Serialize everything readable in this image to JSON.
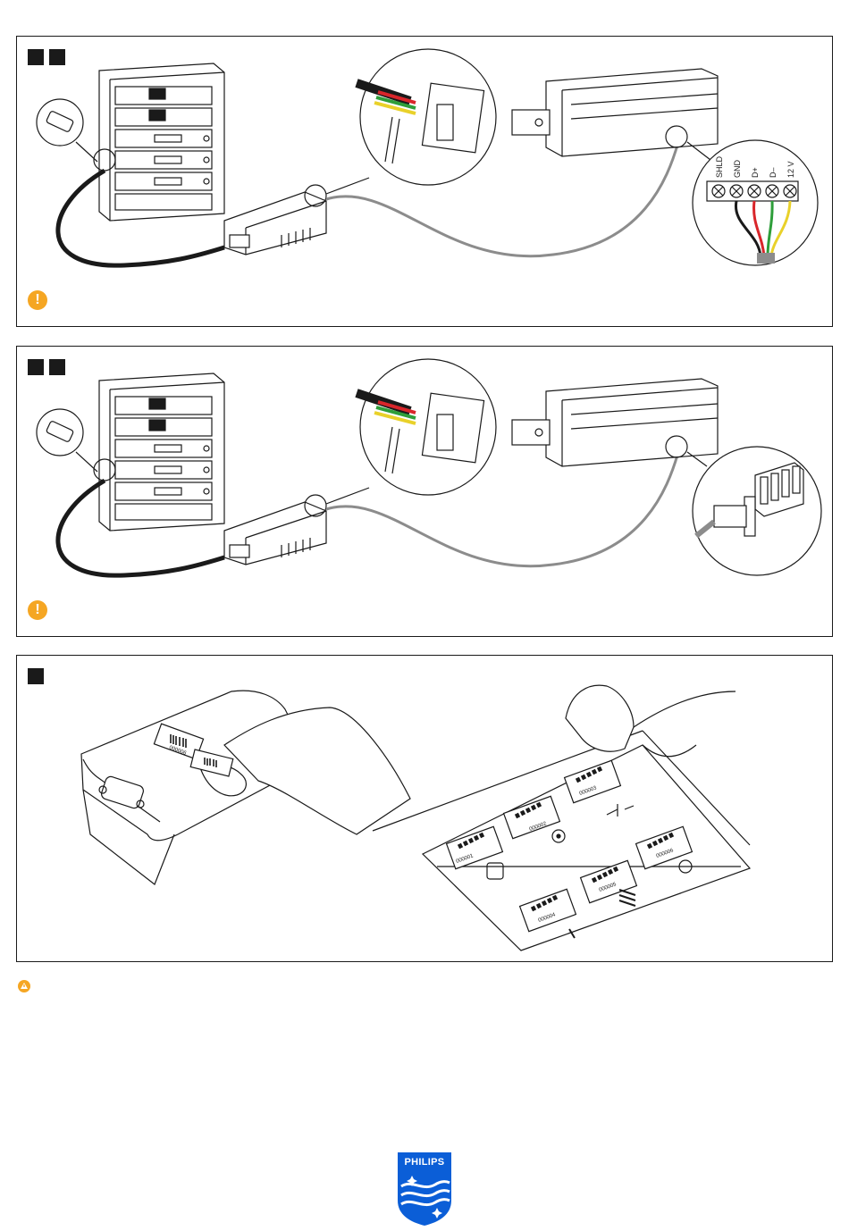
{
  "terminal_labels": {
    "shld": "SHLD",
    "gnd": "GND",
    "d_plus": "D+",
    "d_minus": "D–",
    "v12": "12 V"
  },
  "labels": {
    "code_1": "000001",
    "code_2": "000002",
    "code_3": "000003",
    "code_4": "000004",
    "code_5": "000005",
    "code_6": "000006"
  },
  "notice_symbol": "!",
  "logo": {
    "wordmark": "PHILIPS",
    "shield_color": "#0b5ed7"
  },
  "colors": {
    "notice": "#f5a623",
    "wire_red": "#d9262b",
    "wire_green": "#2e9e3a",
    "wire_yellow": "#e9d12a",
    "cable_grey": "#8c8c8c"
  }
}
